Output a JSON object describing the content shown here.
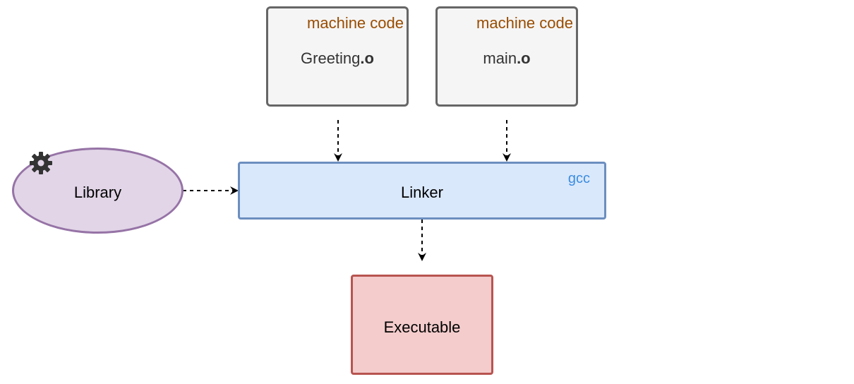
{
  "diagram": {
    "greeting": {
      "tag": "machine code",
      "name_stem": "Greeting",
      "name_ext": ".o"
    },
    "main": {
      "tag": "machine code",
      "name_stem": "main",
      "name_ext": ".o"
    },
    "linker": {
      "label": "Linker",
      "tool": "gcc"
    },
    "library": {
      "label": "Library",
      "icon": "gear-icon"
    },
    "executable": {
      "label": "Executable"
    },
    "colors": {
      "objfile_fill": "#f5f5f5",
      "objfile_stroke": "#666666",
      "tag_text": "#994c00",
      "linker_fill": "#dae8fc",
      "linker_stroke": "#6c8ebf",
      "tool_text": "#3b8de0",
      "library_fill": "#e1d5e7",
      "library_stroke": "#9673a6",
      "executable_fill": "#f4cccc",
      "executable_stroke": "#b85450",
      "edge": "#000000"
    }
  }
}
